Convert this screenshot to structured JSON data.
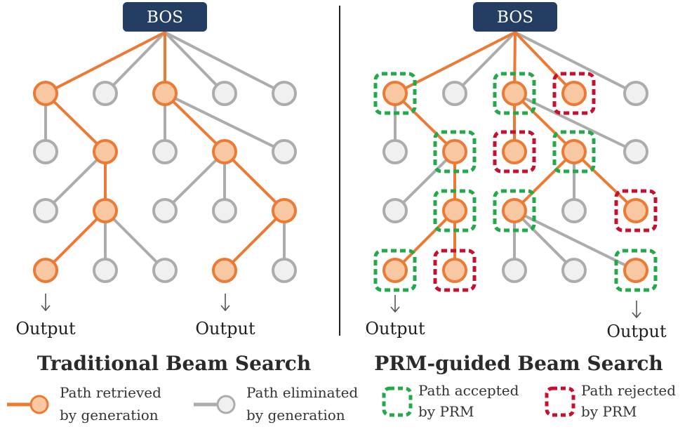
{
  "colors": {
    "path_orange": "#ec7a34",
    "node_orange_fill": "#f8c8a2",
    "path_gray": "#acacac",
    "node_gray_fill": "#f0f0f0",
    "accept_green": "#22aa4a",
    "reject_red": "#c8102e",
    "bos_fill": "#233e62"
  },
  "left_tree": {
    "root_label": "BOS",
    "outputs": [
      "Output",
      "Output"
    ],
    "title": "Traditional Beam Search"
  },
  "right_tree": {
    "root_label": "BOS",
    "outputs": [
      "Output",
      "Output"
    ],
    "title": "PRM-guided Beam Search"
  },
  "legend": {
    "retrieved": {
      "line1": "Path retrieved",
      "line2": "by generation"
    },
    "eliminated": {
      "line1": "Path eliminated",
      "line2": "by generation"
    },
    "accepted": {
      "line1": "Path accepted",
      "line2": "by PRM"
    },
    "rejected": {
      "line1": "Path rejected",
      "line2": "by PRM"
    }
  }
}
